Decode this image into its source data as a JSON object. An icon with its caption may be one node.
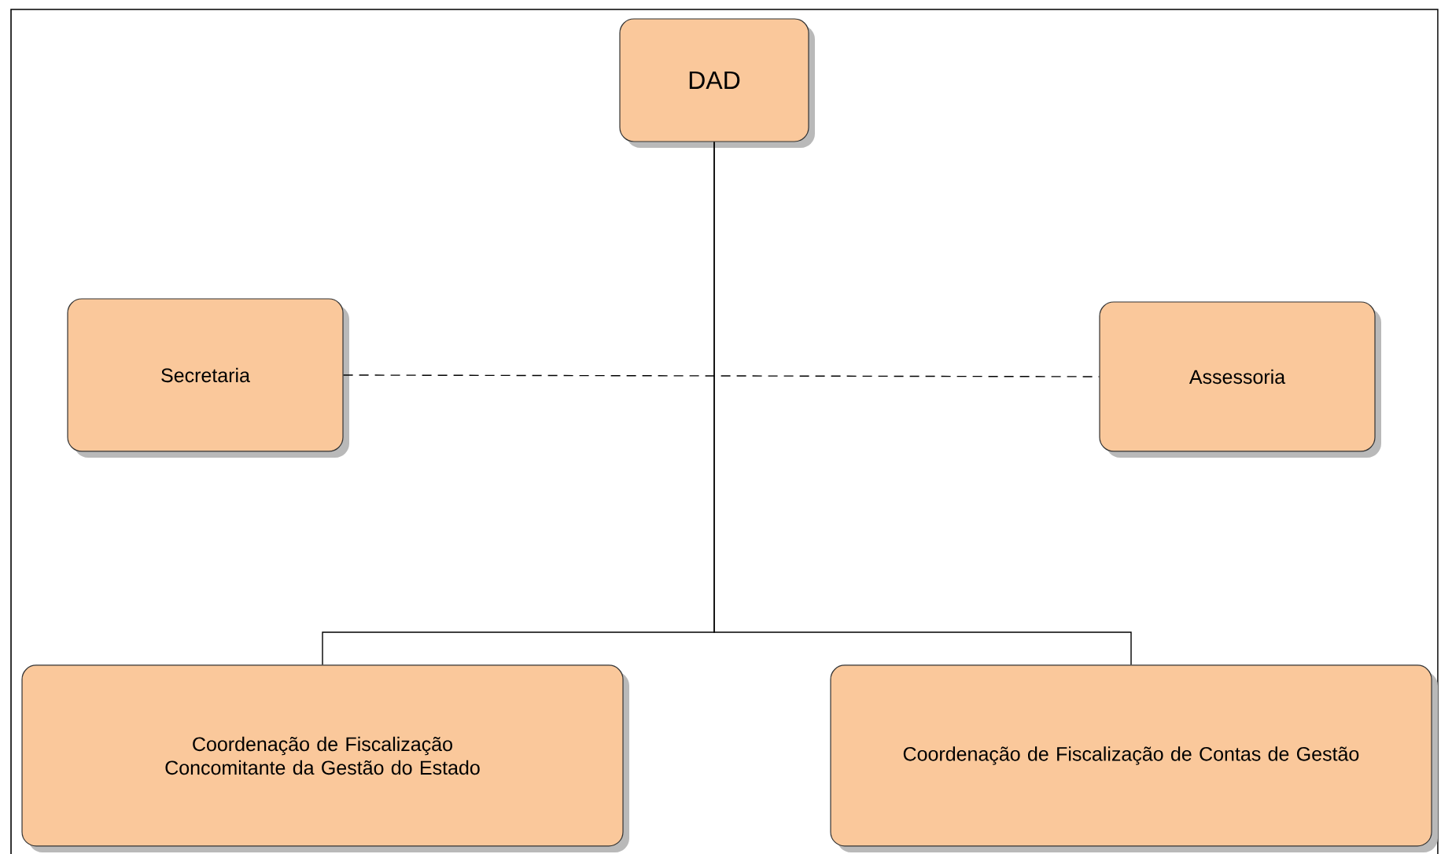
{
  "diagram": {
    "nodes": [
      {
        "text": [
          "DAD"
        ]
      },
      {
        "text": [
          "Secretaria"
        ]
      },
      {
        "text": [
          "Assessoria"
        ]
      },
      {
        "text": [
          "Coordenação de Fiscalização Concomitante da Gestão do Estado"
        ]
      },
      {
        "text": [
          "Coordenação de Fiscalização de Contas de Gestão"
        ]
      }
    ],
    "edges": [
      {
        "from": 0,
        "to": 3,
        "arrow": "none"
      },
      {
        "from": 0,
        "to": 4,
        "arrow": "none"
      },
      {
        "from": 1,
        "to": 2,
        "arrow": "none",
        "style": "dashed"
      }
    ]
  }
}
